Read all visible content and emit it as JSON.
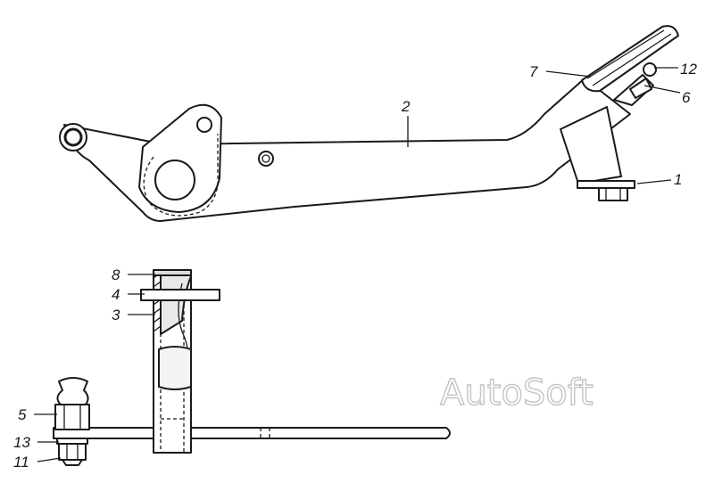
{
  "labels": {
    "l1": "1",
    "l2": "2",
    "l3": "3",
    "l4": "4",
    "l5": "5",
    "l6": "6",
    "l7": "7",
    "l8": "8",
    "l11": "11",
    "l12": "12",
    "l13": "13"
  },
  "watermark": "AutoSoft",
  "colors": {
    "ink": "#1a1a1a",
    "watermark": "#c4c4c4",
    "background": "#ffffff"
  }
}
